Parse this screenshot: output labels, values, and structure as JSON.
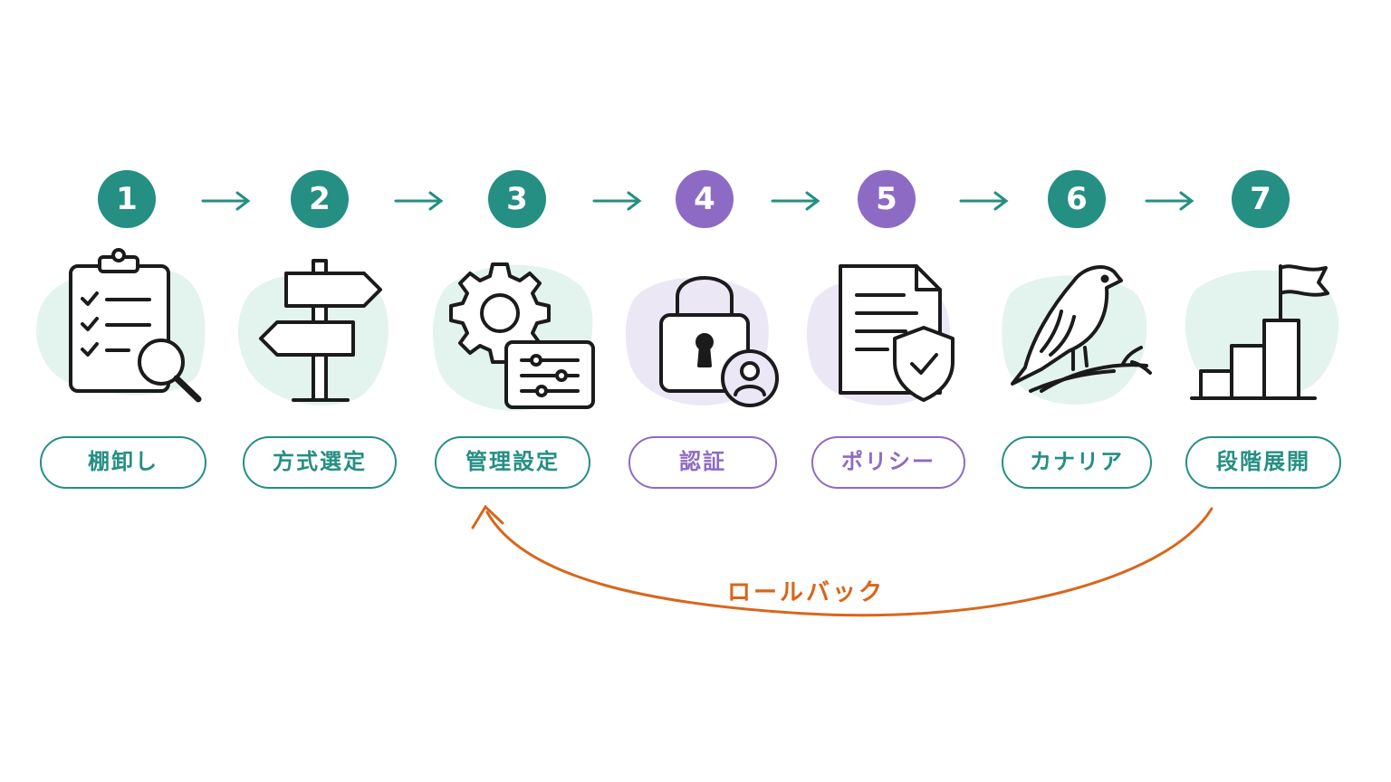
{
  "colors": {
    "teal": "#248f82",
    "purple": "#8d6bc4",
    "orange": "#d9661a",
    "teal_blob": "#e3f3ee",
    "purple_blob": "#ece7f5",
    "ink": "#1b1b1b"
  },
  "steps": [
    {
      "number": "1",
      "label": "棚卸し",
      "theme": "teal",
      "icon": "clipboard-checklist-magnifier-icon"
    },
    {
      "number": "2",
      "label": "方式選定",
      "theme": "teal",
      "icon": "signpost-icon"
    },
    {
      "number": "3",
      "label": "管理設定",
      "theme": "teal",
      "icon": "gear-settings-panel-icon"
    },
    {
      "number": "4",
      "label": "認証",
      "theme": "purple",
      "icon": "padlock-user-icon"
    },
    {
      "number": "5",
      "label": "ポリシー",
      "theme": "purple",
      "icon": "document-shield-icon"
    },
    {
      "number": "6",
      "label": "カナリア",
      "theme": "teal",
      "icon": "canary-bird-icon"
    },
    {
      "number": "7",
      "label": "段階展開",
      "theme": "teal",
      "icon": "stairs-flag-icon"
    }
  ],
  "rollback": {
    "label": "ロールバック",
    "from_step": "7",
    "to_step": "3"
  }
}
